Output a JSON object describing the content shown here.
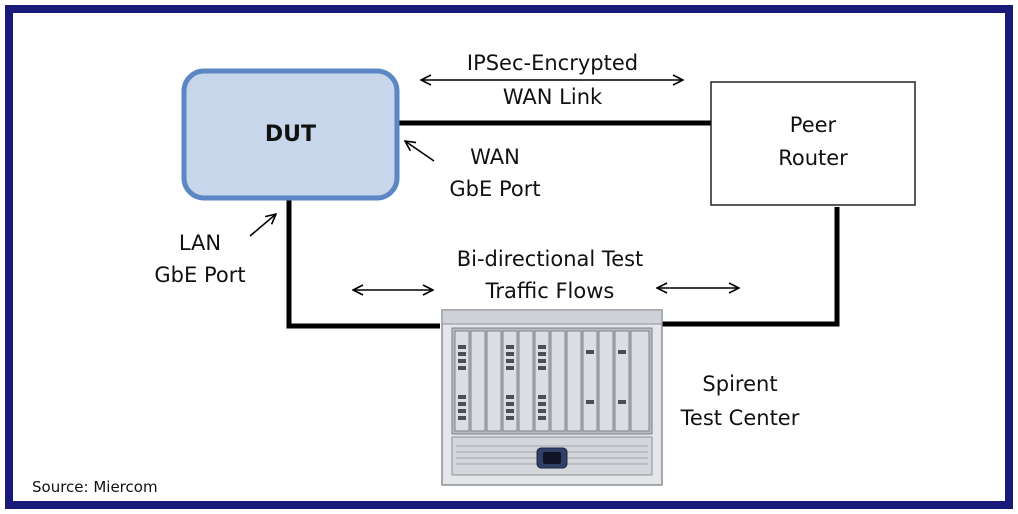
{
  "colors": {
    "frame": "#1a1a7a",
    "dut_fill": "#c7d6ea",
    "dut_border": "#5b87c5",
    "line": "#000000"
  },
  "nodes": {
    "dut": "DUT",
    "peer_line1": "Peer",
    "peer_line2": "Router",
    "spirent_line1": "Spirent",
    "spirent_line2": "Test Center"
  },
  "labels": {
    "wan_link_line1": "IPSec-Encrypted",
    "wan_link_line2": "WAN Link",
    "wan_port_line1": "WAN",
    "wan_port_line2": "GbE Port",
    "lan_port_line1": "LAN",
    "lan_port_line2": "GbE Port",
    "traffic_line1": "Bi-directional Test",
    "traffic_line2": "Traffic Flows"
  },
  "source": "Source: Miercom"
}
